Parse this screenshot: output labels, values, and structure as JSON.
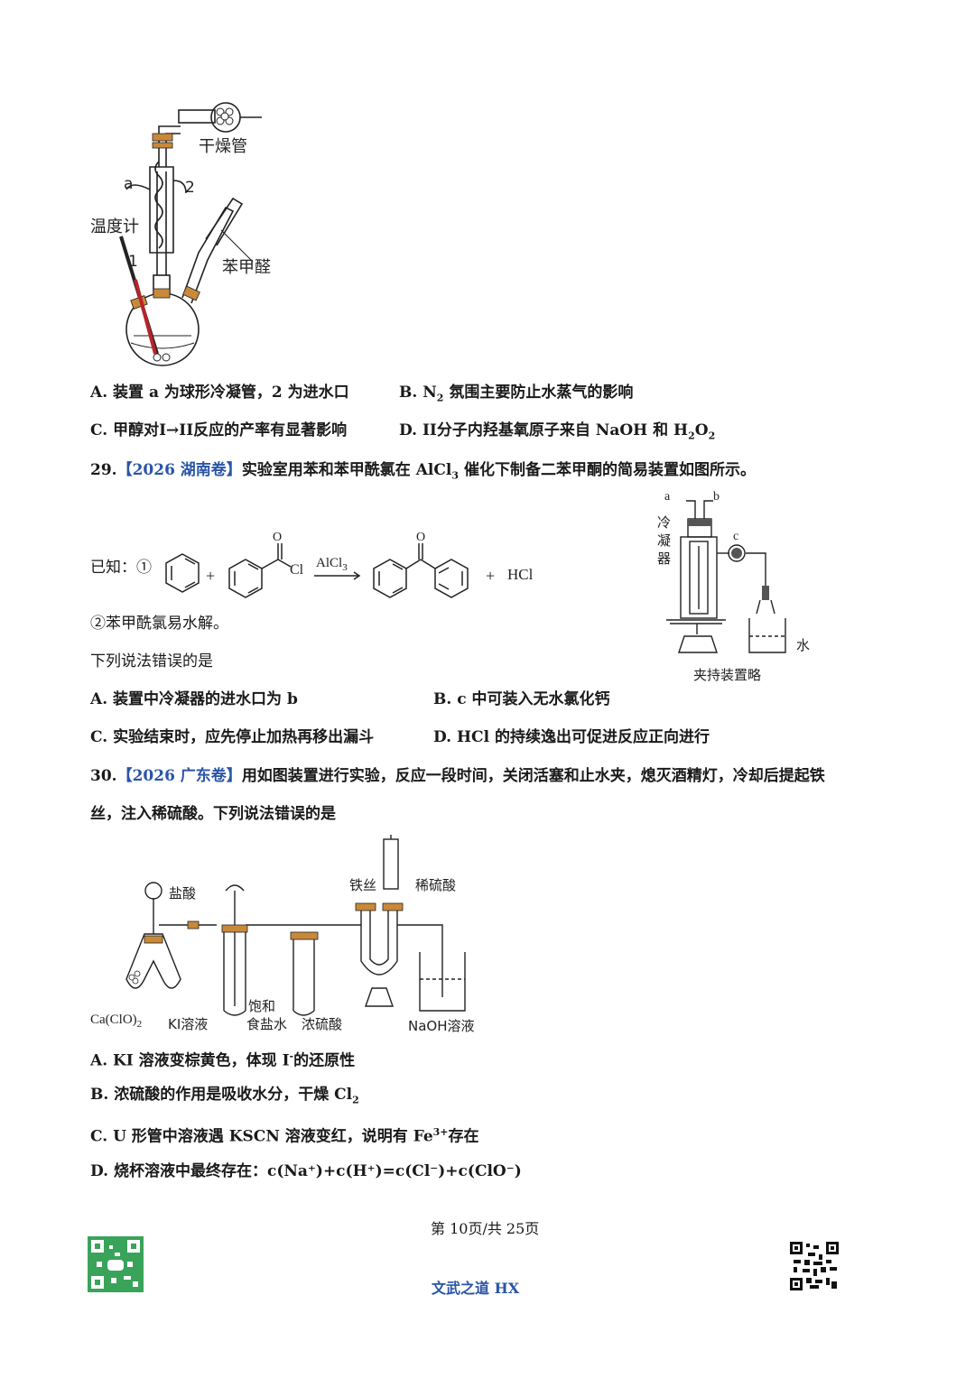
{
  "fig1": {
    "labels": {
      "drying_tube": "干燥管",
      "a": "a",
      "two": "2",
      "thermometer": "温度计",
      "one": "1",
      "benzaldehyde": "苯甲醛"
    }
  },
  "q28": {
    "optA": "A. 装置 a 为球形冷凝管，2 为进水口",
    "optB_pre": "B. N",
    "optB_sub": "2",
    "optB_post": " 氛围主要防止水蒸气的影响",
    "optC": "C. 甲醇对I→II反应的产率有显著影响",
    "optD_pre": "D. II分子内羟基氧原子来自 NaOH 和 H",
    "optD_sub1": "2",
    "optD_mid": "O",
    "optD_sub2": "2"
  },
  "q29": {
    "number": "29.",
    "source": "【2026 湖南卷】",
    "stem_pre": "实验室用苯和苯甲酰氯在 AlCl",
    "stem_sub": "3",
    "stem_post": " 催化下制备二苯甲酮的简易装置如图所示。",
    "known_label": "已知：①",
    "reaction": {
      "plus1": "+",
      "cl": "Cl",
      "o": "O",
      "catalyst": "AlCl",
      "catalyst_sub": "3",
      "plus2": "+",
      "hcl": "HCl"
    },
    "note2": "②苯甲酰氯易水解。",
    "question": "下列说法错误的是",
    "optA": "A. 装置中冷凝器的进水口为 b",
    "optB": "B. c 中可装入无水氯化钙",
    "optC": "C. 实验结束时，应先停止加热再移出漏斗",
    "optD": "D. HCl 的持续逸出可促进反应正向进行",
    "fig": {
      "a": "a",
      "b": "b",
      "c": "c",
      "condenser": [
        "冷",
        "凝",
        "器"
      ],
      "water": "水",
      "note": "夹持装置略"
    }
  },
  "q30": {
    "number": "30.",
    "source": "【2026 广东卷】",
    "stem_line1": "用如图装置进行实验，反应一段时间，关闭活塞和止水夹，熄灭酒精灯，冷却后提起铁",
    "stem_line2": "丝，注入稀硫酸。下列说法错误的是",
    "fig": {
      "hcl": "盐酸",
      "caclo2": "Ca(ClO)",
      "caclo2_sub": "2",
      "ki": "KI溶液",
      "brine1": "饱和",
      "brine2": "食盐水",
      "h2so4_conc": "浓硫酸",
      "iron_wire": "铁丝",
      "h2so4_dil": "稀硫酸",
      "naoh": "NaOH溶液"
    },
    "optA_pre": "A. KI 溶液变棕黄色，体现 I",
    "optA_sup": "-",
    "optA_post": "的还原性",
    "optB_pre": "B. 浓硫酸的作用是吸收水分，干燥 Cl",
    "optB_sub": "2",
    "optC_pre": "C. U 形管中溶液遇 KSCN 溶液变红，说明有 Fe",
    "optC_sup": "3+",
    "optC_post": "存在",
    "optD": "D. 烧杯溶液中最终存在：c(Na⁺)+c(H⁺)=c(Cl⁻)+c(ClO⁻)"
  },
  "footer": {
    "page": "第 10页/共 25页",
    "brand": "文武之道 HX"
  },
  "colors": {
    "source_blue": "#2a55a6",
    "stopper_orange": "#c8893a",
    "thermometer_red": "#b8232a",
    "qr_green": "#3aa35a"
  }
}
